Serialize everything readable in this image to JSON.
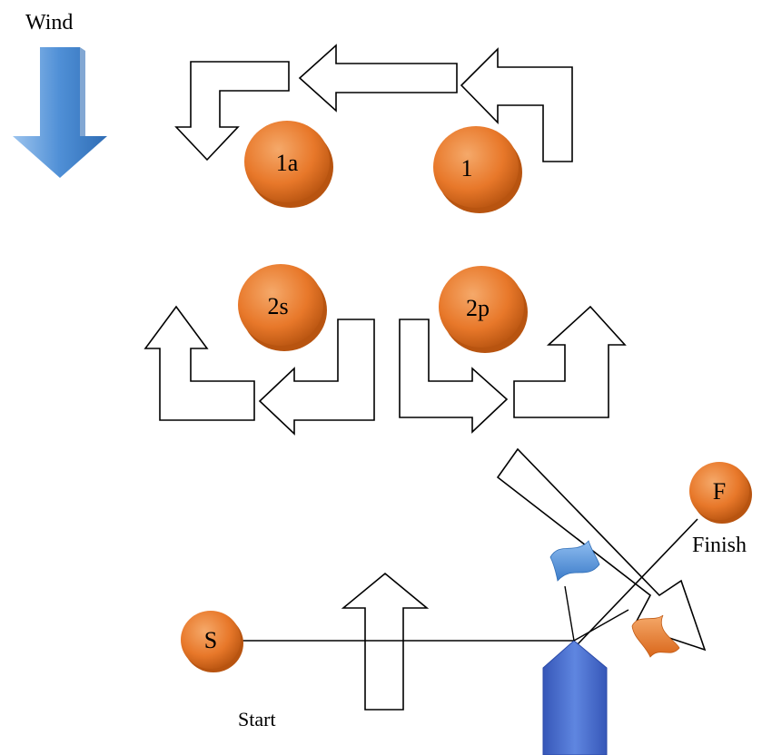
{
  "labels": {
    "wind": "Wind",
    "start": "Start",
    "finish": "Finish"
  },
  "marks": {
    "m1a": "1a",
    "m1": "1",
    "m2s": "2s",
    "m2p": "2p",
    "start": "S",
    "finish": "F"
  },
  "colors": {
    "buoy": "#e8782a",
    "wind_arrow": "#4f8fd6",
    "committee_boat": "#4a6fd0",
    "blue_flag": "#4f8fd6",
    "orange_flag": "#e8782a"
  }
}
